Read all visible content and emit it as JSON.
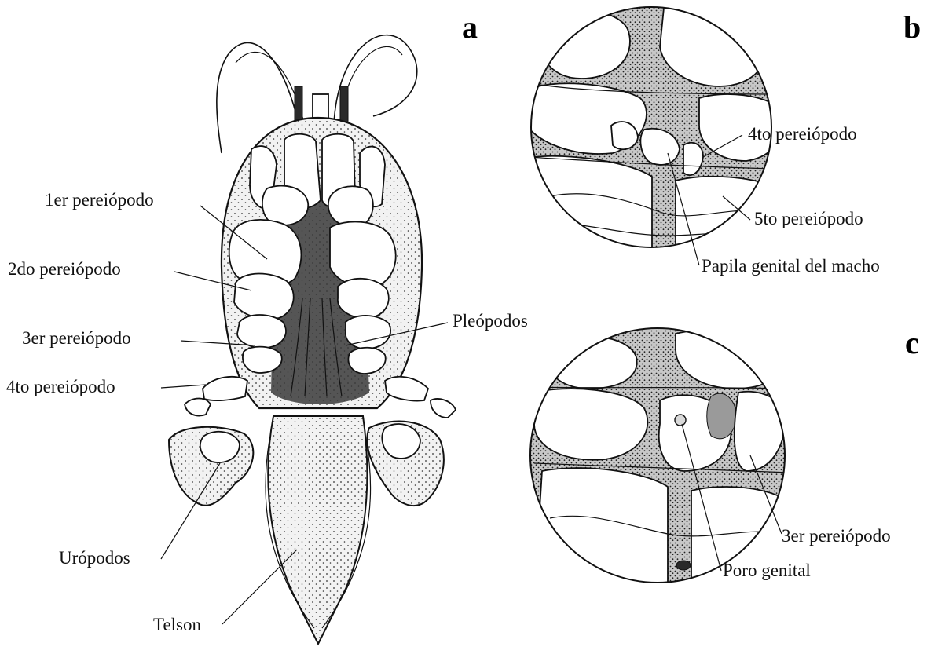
{
  "panels": {
    "a": "a",
    "b": "b",
    "c": "c"
  },
  "panel_a": {
    "labels": {
      "p1": "1er pereiópodo",
      "p2": "2do pereiópodo",
      "p3": "3er pereiópodo",
      "p4": "4to pereiópodo",
      "pleopodos": "Pleópodos",
      "uropodos": "Urópodos",
      "telson": "Telson"
    }
  },
  "panel_b": {
    "labels": {
      "p4": "4to pereiópodo",
      "p5": "5to pereiópodo",
      "papila": "Papila genital del macho"
    }
  },
  "panel_c": {
    "labels": {
      "p3": "3er pereiópodo",
      "poro": "Poro genital"
    }
  }
}
